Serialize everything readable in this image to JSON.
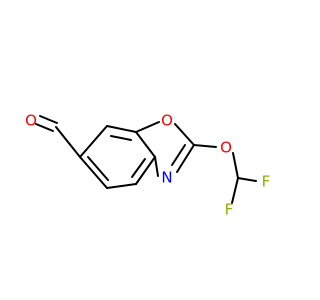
{
  "molecule": {
    "atoms": [
      {
        "id": "O1",
        "label": "O",
        "color": "#ff0000"
      },
      {
        "id": "O2",
        "label": "O",
        "color": "#ff0000"
      },
      {
        "id": "O3",
        "label": "O",
        "color": "#ff0000"
      },
      {
        "id": "N1",
        "label": "N",
        "color": "#0000ff"
      },
      {
        "id": "F1",
        "label": "F",
        "color": "#8fb000"
      },
      {
        "id": "F2",
        "label": "F",
        "color": "#8fb000"
      }
    ],
    "colors": {
      "bond": "#000000",
      "oxygen": "#ff0000",
      "nitrogen": "#0000ff",
      "fluorine": "#8fb000"
    }
  }
}
